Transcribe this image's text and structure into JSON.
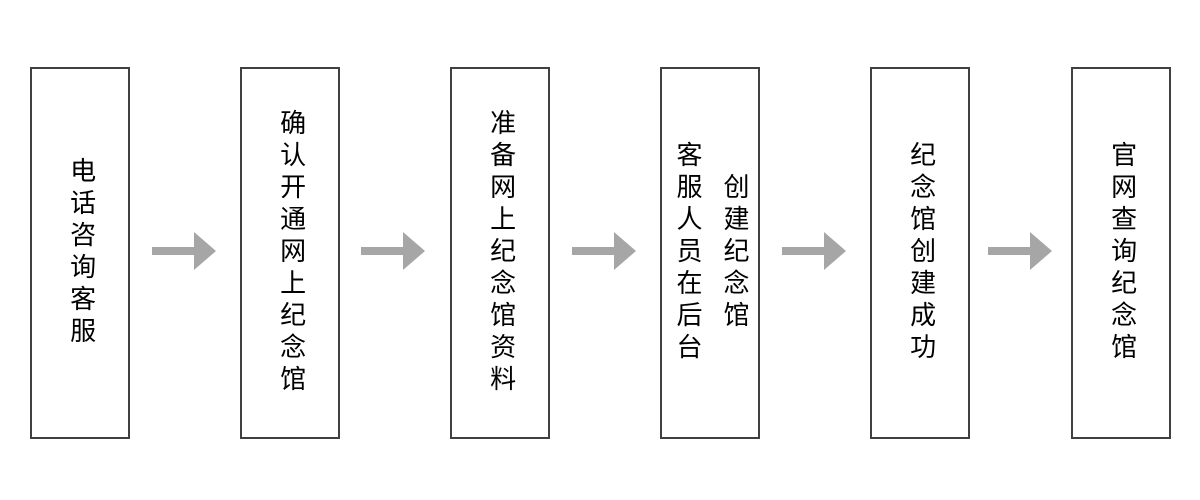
{
  "flowchart": {
    "direction": "left-to-right",
    "steps": [
      {
        "label": "电话咨询客服"
      },
      {
        "label": "确认开通网上纪念馆"
      },
      {
        "label": "准备网上纪念馆资料"
      },
      {
        "label": "客服人员在后台\n创建纪念馆"
      },
      {
        "label": "纪念馆创建成功"
      },
      {
        "label": "官网查询纪念馆"
      }
    ],
    "connector": "right-block-arrow"
  },
  "colors": {
    "background": "#ffffff",
    "box_border": "#404040",
    "box_fill": "#ffffff",
    "text": "#000000",
    "arrow": "#a6a6a6"
  }
}
